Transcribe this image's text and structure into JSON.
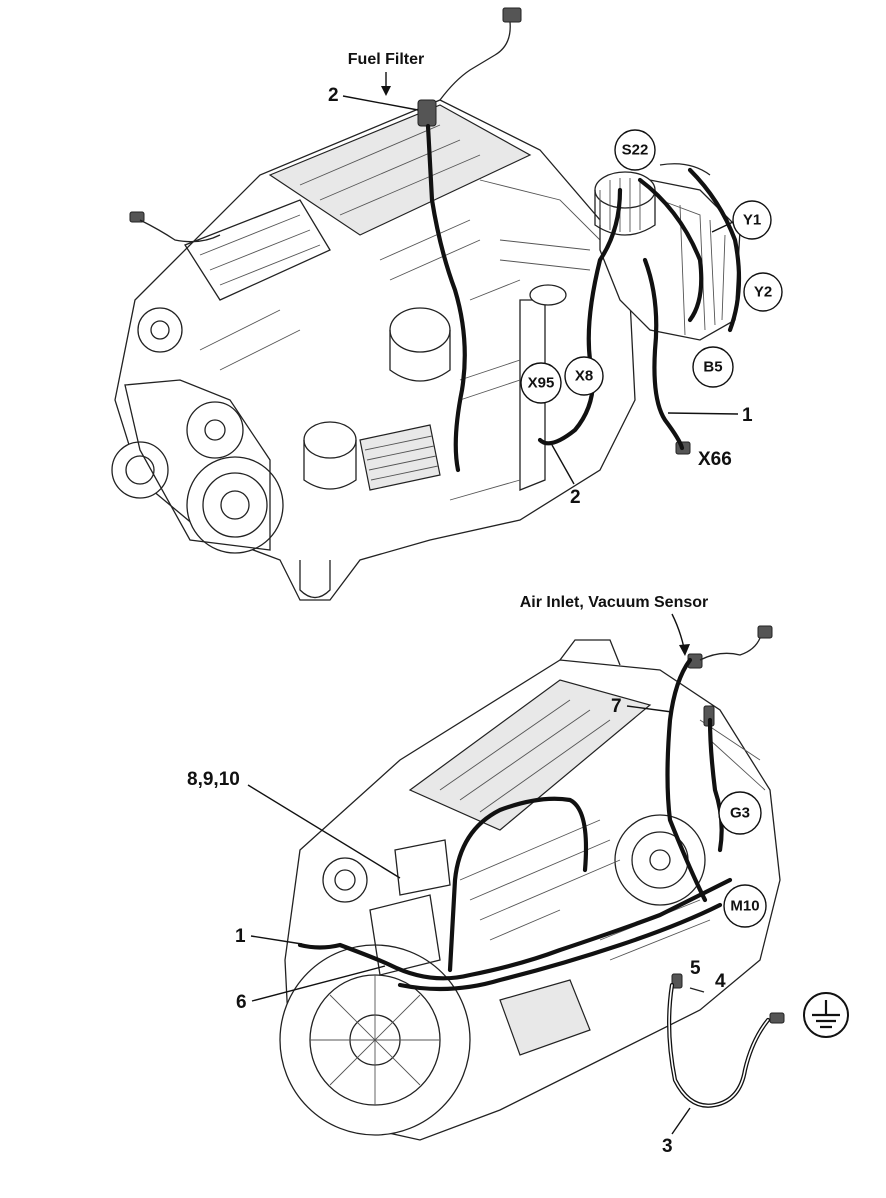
{
  "top_view": {
    "caption_fuel_filter": "Fuel Filter",
    "labels": {
      "n2_top": "2",
      "n2_bottom": "2",
      "n1": "1",
      "x66": "X66"
    },
    "circled": {
      "s22": "S22",
      "y1": "Y1",
      "y2": "Y2",
      "b5": "B5",
      "x95": "X95",
      "x8": "X8"
    }
  },
  "bottom_view": {
    "caption_air_inlet": "Air Inlet, Vacuum Sensor",
    "labels": {
      "n7": "7",
      "n8910": "8,9,10",
      "n1": "1",
      "n6": "6",
      "n5": "5",
      "n4": "4",
      "n3": "3"
    },
    "circled": {
      "g3": "G3",
      "m10": "M10"
    }
  }
}
